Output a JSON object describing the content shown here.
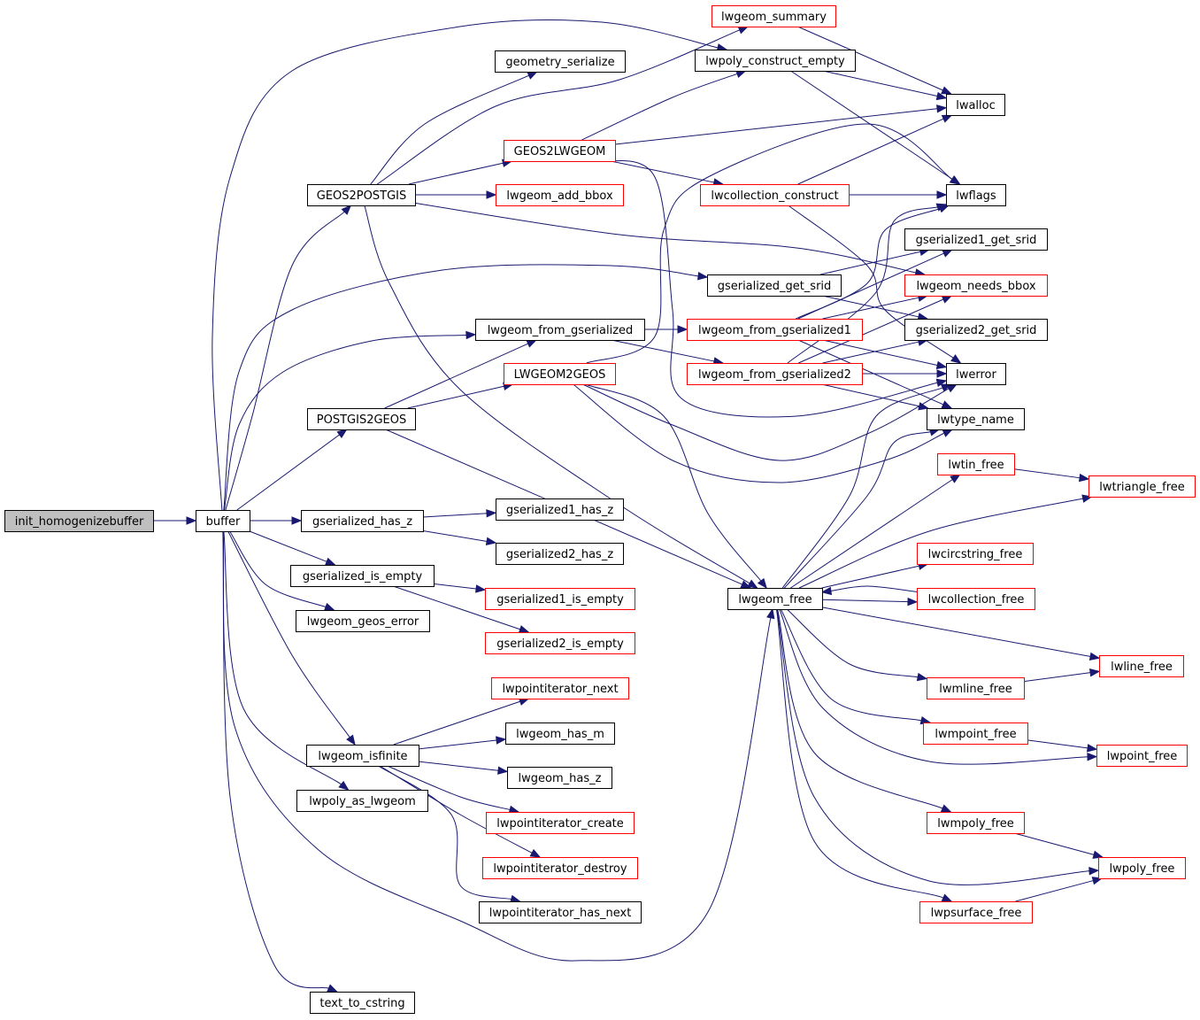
{
  "colors": {
    "edge": "#191970",
    "border_normal": "#000000",
    "border_truncated": "#ff0000",
    "root_fill": "#bfbfbf",
    "fill": "#ffffff"
  },
  "nodes": [
    {
      "id": "init_homogenizebuffer",
      "label": "init_homogenizebuffer",
      "style": "root"
    },
    {
      "id": "buffer",
      "label": "buffer",
      "style": "normal"
    },
    {
      "id": "GEOS2POSTGIS",
      "label": "GEOS2POSTGIS",
      "style": "normal"
    },
    {
      "id": "geometry_serialize",
      "label": "geometry_serialize",
      "style": "normal"
    },
    {
      "id": "lwpoly_construct_empty",
      "label": "lwpoly_construct_empty",
      "style": "normal"
    },
    {
      "id": "lwgeom_summary",
      "label": "lwgeom_summary",
      "style": "truncated"
    },
    {
      "id": "lwalloc",
      "label": "lwalloc",
      "style": "normal"
    },
    {
      "id": "GEOS2LWGEOM",
      "label": "GEOS2LWGEOM",
      "style": "truncated"
    },
    {
      "id": "lwgeom_add_bbox",
      "label": "lwgeom_add_bbox",
      "style": "truncated"
    },
    {
      "id": "lwcollection_construct",
      "label": "lwcollection_construct",
      "style": "truncated"
    },
    {
      "id": "lwflags",
      "label": "lwflags",
      "style": "normal"
    },
    {
      "id": "gserialized1_get_srid",
      "label": "gserialized1_get_srid",
      "style": "normal"
    },
    {
      "id": "gserialized_get_srid",
      "label": "gserialized_get_srid",
      "style": "normal"
    },
    {
      "id": "lwgeom_needs_bbox",
      "label": "lwgeom_needs_bbox",
      "style": "truncated"
    },
    {
      "id": "lwgeom_from_gserialized",
      "label": "lwgeom_from_gserialized",
      "style": "normal"
    },
    {
      "id": "lwgeom_from_gserialized1",
      "label": "lwgeom_from_gserialized1",
      "style": "truncated"
    },
    {
      "id": "gserialized2_get_srid",
      "label": "gserialized2_get_srid",
      "style": "normal"
    },
    {
      "id": "LWGEOM2GEOS",
      "label": "LWGEOM2GEOS",
      "style": "truncated"
    },
    {
      "id": "lwgeom_from_gserialized2",
      "label": "lwgeom_from_gserialized2",
      "style": "truncated"
    },
    {
      "id": "lwerror",
      "label": "lwerror",
      "style": "normal"
    },
    {
      "id": "POSTGIS2GEOS",
      "label": "POSTGIS2GEOS",
      "style": "normal"
    },
    {
      "id": "lwtype_name",
      "label": "lwtype_name",
      "style": "normal"
    },
    {
      "id": "lwtin_free",
      "label": "lwtin_free",
      "style": "truncated"
    },
    {
      "id": "lwtriangle_free",
      "label": "lwtriangle_free",
      "style": "truncated"
    },
    {
      "id": "gserialized_has_z",
      "label": "gserialized_has_z",
      "style": "normal"
    },
    {
      "id": "gserialized1_has_z",
      "label": "gserialized1_has_z",
      "style": "normal"
    },
    {
      "id": "gserialized2_has_z",
      "label": "gserialized2_has_z",
      "style": "normal"
    },
    {
      "id": "lwcircstring_free",
      "label": "lwcircstring_free",
      "style": "truncated"
    },
    {
      "id": "gserialized_is_empty",
      "label": "gserialized_is_empty",
      "style": "normal"
    },
    {
      "id": "gserialized1_is_empty",
      "label": "gserialized1_is_empty",
      "style": "truncated"
    },
    {
      "id": "lwgeom_free",
      "label": "lwgeom_free",
      "style": "normal"
    },
    {
      "id": "lwcollection_free",
      "label": "lwcollection_free",
      "style": "truncated"
    },
    {
      "id": "lwgeom_geos_error",
      "label": "lwgeom_geos_error",
      "style": "normal"
    },
    {
      "id": "gserialized2_is_empty",
      "label": "gserialized2_is_empty",
      "style": "truncated"
    },
    {
      "id": "lwline_free",
      "label": "lwline_free",
      "style": "truncated"
    },
    {
      "id": "lwmline_free",
      "label": "lwmline_free",
      "style": "truncated"
    },
    {
      "id": "lwpointiterator_next",
      "label": "lwpointiterator_next",
      "style": "truncated"
    },
    {
      "id": "lwgeom_has_m",
      "label": "lwgeom_has_m",
      "style": "normal"
    },
    {
      "id": "lwmpoint_free",
      "label": "lwmpoint_free",
      "style": "truncated"
    },
    {
      "id": "lwgeom_isfinite",
      "label": "lwgeom_isfinite",
      "style": "normal"
    },
    {
      "id": "lwpoint_free",
      "label": "lwpoint_free",
      "style": "truncated"
    },
    {
      "id": "lwgeom_has_z",
      "label": "lwgeom_has_z",
      "style": "normal"
    },
    {
      "id": "lwpoly_as_lwgeom",
      "label": "lwpoly_as_lwgeom",
      "style": "normal"
    },
    {
      "id": "lwpointiterator_create",
      "label": "lwpointiterator_create",
      "style": "truncated"
    },
    {
      "id": "lwmpoly_free",
      "label": "lwmpoly_free",
      "style": "truncated"
    },
    {
      "id": "lwpointiterator_destroy",
      "label": "lwpointiterator_destroy",
      "style": "truncated"
    },
    {
      "id": "lwpoly_free",
      "label": "lwpoly_free",
      "style": "truncated"
    },
    {
      "id": "lwpointiterator_has_next",
      "label": "lwpointiterator_has_next",
      "style": "normal"
    },
    {
      "id": "lwpsurface_free",
      "label": "lwpsurface_free",
      "style": "truncated"
    },
    {
      "id": "text_to_cstring",
      "label": "text_to_cstring",
      "style": "normal"
    }
  ],
  "edges": [
    [
      "init_homogenizebuffer",
      "buffer"
    ],
    [
      "buffer",
      "GEOS2POSTGIS"
    ],
    [
      "buffer",
      "lwpoly_construct_empty"
    ],
    [
      "buffer",
      "gserialized_get_srid"
    ],
    [
      "buffer",
      "lwgeom_from_gserialized"
    ],
    [
      "buffer",
      "POSTGIS2GEOS"
    ],
    [
      "buffer",
      "gserialized_has_z"
    ],
    [
      "buffer",
      "gserialized_is_empty"
    ],
    [
      "buffer",
      "lwgeom_geos_error"
    ],
    [
      "buffer",
      "lwgeom_isfinite"
    ],
    [
      "buffer",
      "lwpoly_as_lwgeom"
    ],
    [
      "buffer",
      "lwgeom_free"
    ],
    [
      "buffer",
      "text_to_cstring"
    ],
    [
      "GEOS2POSTGIS",
      "geometry_serialize"
    ],
    [
      "GEOS2POSTGIS",
      "lwgeom_summary"
    ],
    [
      "GEOS2POSTGIS",
      "GEOS2LWGEOM"
    ],
    [
      "GEOS2POSTGIS",
      "lwgeom_add_bbox"
    ],
    [
      "GEOS2POSTGIS",
      "lwgeom_needs_bbox"
    ],
    [
      "GEOS2POSTGIS",
      "lwgeom_free"
    ],
    [
      "lwpoly_construct_empty",
      "lwalloc"
    ],
    [
      "lwpoly_construct_empty",
      "lwflags"
    ],
    [
      "lwgeom_summary",
      "lwalloc"
    ],
    [
      "GEOS2LWGEOM",
      "lwpoly_construct_empty"
    ],
    [
      "GEOS2LWGEOM",
      "lwalloc"
    ],
    [
      "GEOS2LWGEOM",
      "lwcollection_construct"
    ],
    [
      "GEOS2LWGEOM",
      "lwerror"
    ],
    [
      "lwcollection_construct",
      "lwalloc"
    ],
    [
      "lwcollection_construct",
      "lwflags"
    ],
    [
      "lwcollection_construct",
      "lwerror"
    ],
    [
      "gserialized_get_srid",
      "gserialized1_get_srid"
    ],
    [
      "gserialized_get_srid",
      "gserialized2_get_srid"
    ],
    [
      "lwgeom_from_gserialized",
      "lwgeom_from_gserialized1"
    ],
    [
      "lwgeom_from_gserialized",
      "lwgeom_from_gserialized2"
    ],
    [
      "lwgeom_from_gserialized1",
      "lwflags"
    ],
    [
      "lwgeom_from_gserialized1",
      "gserialized1_get_srid"
    ],
    [
      "lwgeom_from_gserialized1",
      "lwgeom_needs_bbox"
    ],
    [
      "lwgeom_from_gserialized1",
      "lwerror"
    ],
    [
      "lwgeom_from_gserialized1",
      "lwtype_name"
    ],
    [
      "lwgeom_from_gserialized2",
      "lwflags"
    ],
    [
      "lwgeom_from_gserialized2",
      "lwgeom_needs_bbox"
    ],
    [
      "lwgeom_from_gserialized2",
      "gserialized2_get_srid"
    ],
    [
      "lwgeom_from_gserialized2",
      "lwerror"
    ],
    [
      "lwgeom_from_gserialized2",
      "lwtype_name"
    ],
    [
      "POSTGIS2GEOS",
      "lwgeom_from_gserialized"
    ],
    [
      "POSTGIS2GEOS",
      "LWGEOM2GEOS"
    ],
    [
      "POSTGIS2GEOS",
      "lwgeom_free"
    ],
    [
      "LWGEOM2GEOS",
      "lwflags"
    ],
    [
      "LWGEOM2GEOS",
      "lwerror"
    ],
    [
      "LWGEOM2GEOS",
      "lwtype_name"
    ],
    [
      "LWGEOM2GEOS",
      "lwgeom_free"
    ],
    [
      "gserialized_has_z",
      "gserialized1_has_z"
    ],
    [
      "gserialized_has_z",
      "gserialized2_has_z"
    ],
    [
      "gserialized_is_empty",
      "gserialized1_is_empty"
    ],
    [
      "gserialized_is_empty",
      "gserialized2_is_empty"
    ],
    [
      "lwgeom_isfinite",
      "lwpointiterator_next"
    ],
    [
      "lwgeom_isfinite",
      "lwgeom_has_m"
    ],
    [
      "lwgeom_isfinite",
      "lwgeom_has_z"
    ],
    [
      "lwgeom_isfinite",
      "lwpointiterator_create"
    ],
    [
      "lwgeom_isfinite",
      "lwpointiterator_destroy"
    ],
    [
      "lwgeom_isfinite",
      "lwpointiterator_has_next"
    ],
    [
      "lwgeom_free",
      "lwerror"
    ],
    [
      "lwgeom_free",
      "lwtype_name"
    ],
    [
      "lwgeom_free",
      "lwtin_free"
    ],
    [
      "lwgeom_free",
      "lwtriangle_free"
    ],
    [
      "lwgeom_free",
      "lwcircstring_free"
    ],
    [
      "lwgeom_free",
      "lwcollection_free"
    ],
    [
      "lwgeom_free",
      "lwline_free"
    ],
    [
      "lwgeom_free",
      "lwmline_free"
    ],
    [
      "lwgeom_free",
      "lwmpoint_free"
    ],
    [
      "lwgeom_free",
      "lwpoint_free"
    ],
    [
      "lwgeom_free",
      "lwmpoly_free"
    ],
    [
      "lwgeom_free",
      "lwpoly_free"
    ],
    [
      "lwgeom_free",
      "lwpsurface_free"
    ],
    [
      "lwtin_free",
      "lwtriangle_free"
    ],
    [
      "lwcollection_free",
      "lwgeom_free"
    ],
    [
      "lwmline_free",
      "lwline_free"
    ],
    [
      "lwmpoint_free",
      "lwpoint_free"
    ],
    [
      "lwmpoly_free",
      "lwpoly_free"
    ],
    [
      "lwpsurface_free",
      "lwpoly_free"
    ]
  ]
}
